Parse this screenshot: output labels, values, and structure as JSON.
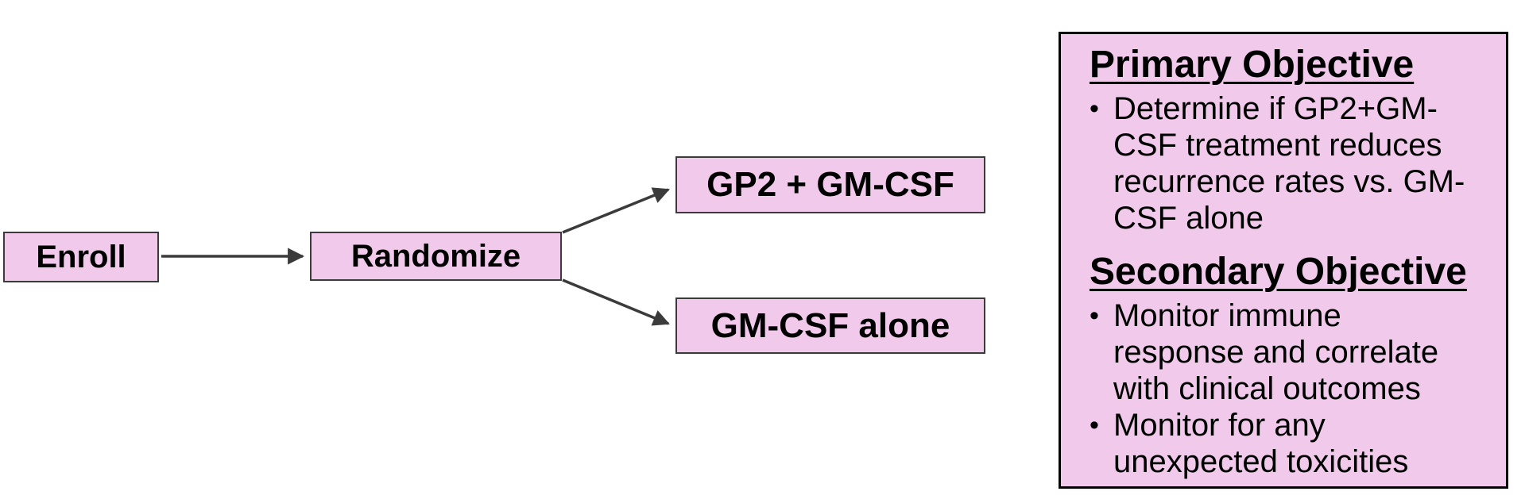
{
  "flowchart": {
    "nodes": {
      "enroll": {
        "label": "Enroll"
      },
      "randomize": {
        "label": "Randomize"
      },
      "arm1": {
        "label": "GP2 + GM-CSF"
      },
      "arm2": {
        "label": "GM-CSF alone"
      }
    },
    "arrows": [
      {
        "from": "enroll",
        "to": "randomize"
      },
      {
        "from": "randomize",
        "to": "arm1"
      },
      {
        "from": "randomize",
        "to": "arm2"
      }
    ]
  },
  "objectives_panel": {
    "primary": {
      "heading": "Primary Objective",
      "bullets": [
        "Determine if GP2+GM-CSF treatment reduces recurrence rates vs. GM-CSF alone"
      ]
    },
    "secondary": {
      "heading": "Secondary Objective",
      "bullets": [
        "Monitor immune response and correlate with clinical outcomes",
        "Monitor for any unexpected toxicities"
      ]
    }
  },
  "ui": {
    "bullet_char": "•"
  },
  "colors": {
    "node_fill": "#F0C9EB",
    "node_border": "#3B3B3B",
    "arrow": "#3B3B3B",
    "panel_fill": "#F0C9EB",
    "panel_border": "#000000",
    "text": "#000000",
    "background": "#FFFFFF"
  }
}
